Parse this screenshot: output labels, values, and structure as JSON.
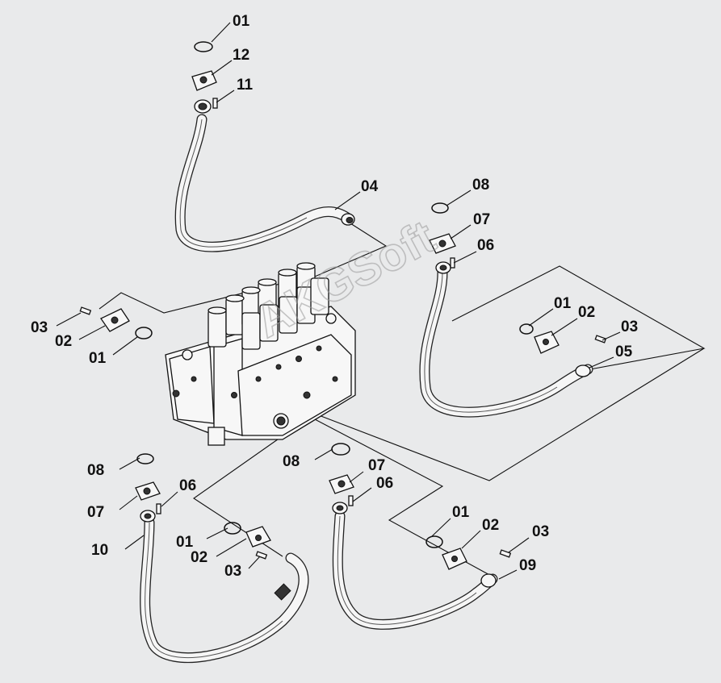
{
  "watermark": "AKGSoft",
  "callouts": [
    {
      "id": "c01",
      "text": "01"
    },
    {
      "id": "c12",
      "text": "12"
    },
    {
      "id": "c11",
      "text": "11"
    },
    {
      "id": "c04",
      "text": "04"
    },
    {
      "id": "c08a",
      "text": "08"
    },
    {
      "id": "c07a",
      "text": "07"
    },
    {
      "id": "c06a",
      "text": "06"
    },
    {
      "id": "c01b",
      "text": "01"
    },
    {
      "id": "c02b",
      "text": "02"
    },
    {
      "id": "c03b",
      "text": "03"
    },
    {
      "id": "c05",
      "text": "05"
    },
    {
      "id": "c03l",
      "text": "03"
    },
    {
      "id": "c02l",
      "text": "02"
    },
    {
      "id": "c01l",
      "text": "01"
    },
    {
      "id": "c08b",
      "text": "08"
    },
    {
      "id": "c07b",
      "text": "07"
    },
    {
      "id": "c06b",
      "text": "06"
    },
    {
      "id": "c10",
      "text": "10"
    },
    {
      "id": "c01c",
      "text": "01"
    },
    {
      "id": "c02c",
      "text": "02"
    },
    {
      "id": "c03c",
      "text": "03"
    },
    {
      "id": "c08c",
      "text": "08"
    },
    {
      "id": "c07c",
      "text": "07"
    },
    {
      "id": "c06c",
      "text": "06"
    },
    {
      "id": "c01d",
      "text": "01"
    },
    {
      "id": "c02d",
      "text": "02"
    },
    {
      "id": "c03d",
      "text": "03"
    },
    {
      "id": "c09",
      "text": "09"
    }
  ]
}
